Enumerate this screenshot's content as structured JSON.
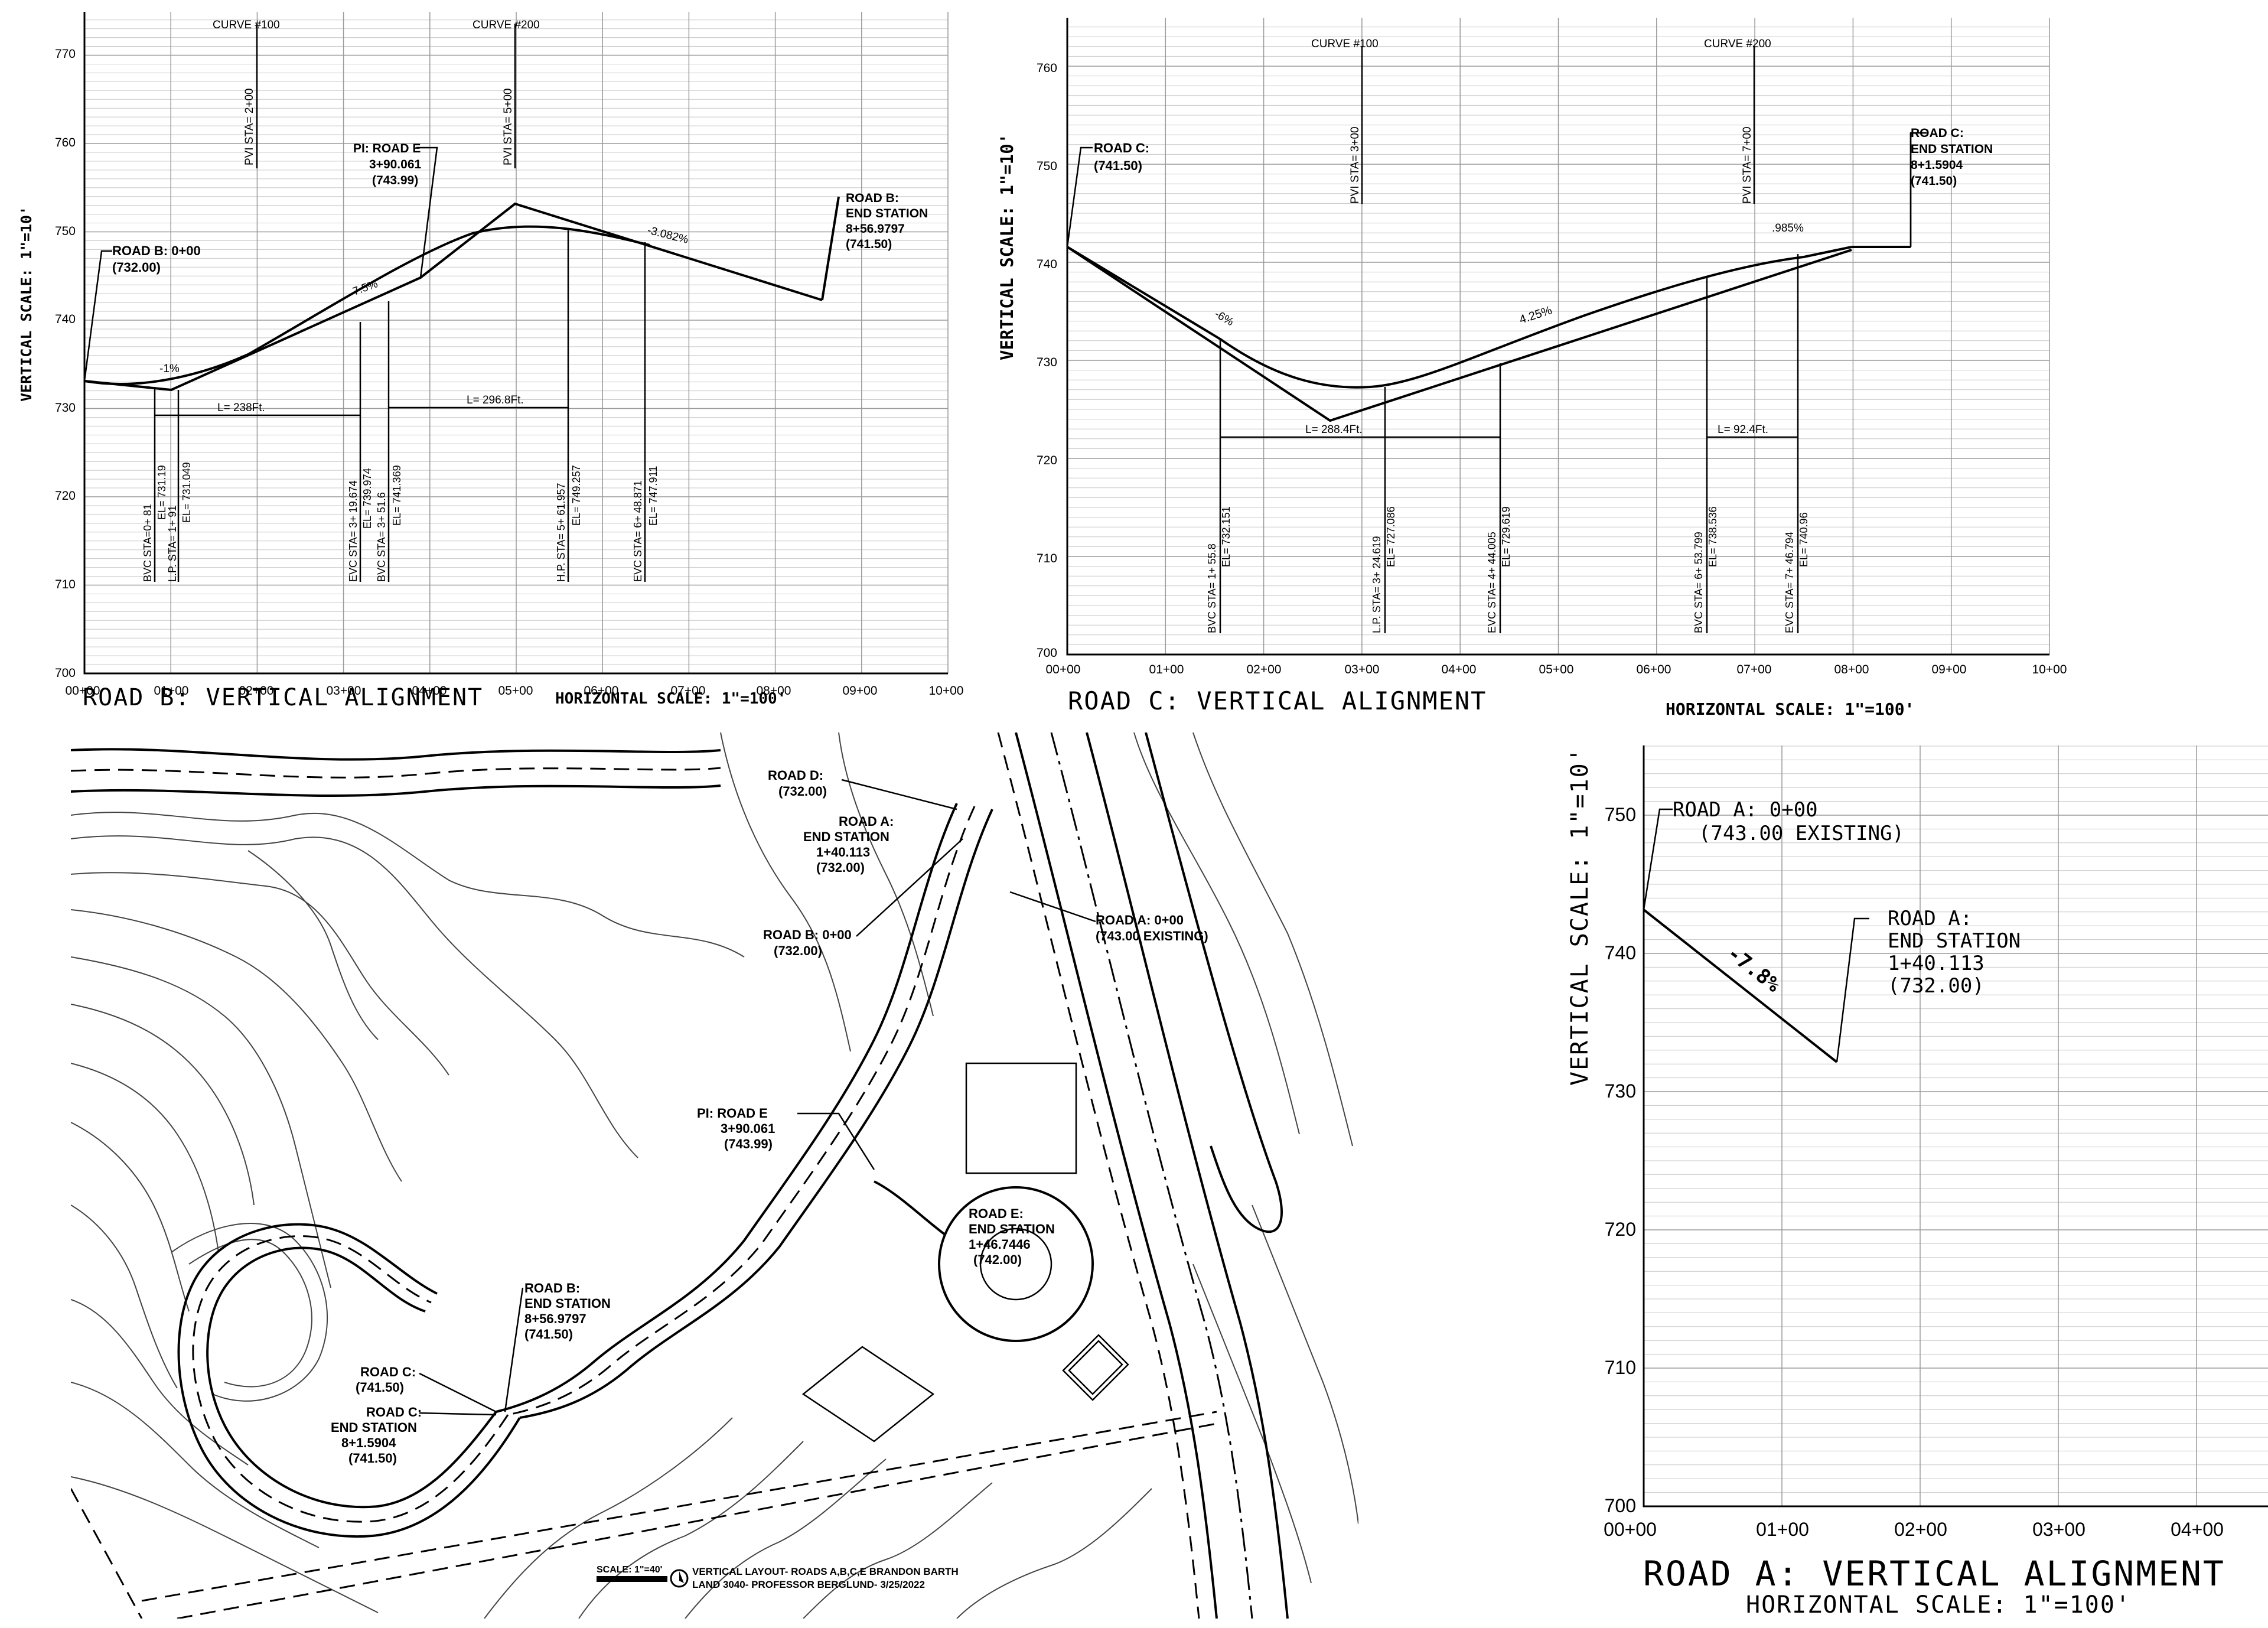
{
  "road_b": {
    "title": "ROAD B: VERTICAL ALIGNMENT",
    "hscale": "HORIZONTAL SCALE: 1\"=100'",
    "vscale": "VERTICAL SCALE: 1\"=10'",
    "y_ticks": [
      "770",
      "760",
      "750",
      "740",
      "730",
      "720",
      "710",
      "700"
    ],
    "x_ticks": [
      "00+00",
      "01+00",
      "02+00",
      "03+00",
      "04+00",
      "05+00",
      "06+00",
      "07+00",
      "08+00",
      "09+00",
      "10+00"
    ],
    "curve1": "CURVE #100",
    "curve2": "CURVE #200",
    "pvi1": "PVI STA= 2+00",
    "pvi2": "PVI STA= 5+00",
    "start_label": "ROAD B: 0+00",
    "start_elev": "(732.00)",
    "pi_label": "PI: ROAD E",
    "pi_sta": "3+90.061",
    "pi_elev": "(743.99)",
    "end_label": "ROAD B:",
    "end_station": "END STATION",
    "end_sta": "8+56.9797",
    "end_elev": "(741.50)",
    "grade1": "-1%",
    "grade2": "7.5%",
    "grade3": "-3.082%",
    "len1": "L= 238Ft.",
    "len2": "L= 296.8Ft.",
    "sta_labels": [
      "BVC STA=0+ 81",
      "EL= 731.19",
      "L.P. STA= 1+ 91",
      "EL= 731.049",
      "EVC STA= 3+ 19.674",
      "EL= 739.974",
      "BVC STA= 3+ 51.6",
      "EL= 741.369",
      "H.P. STA= 5+ 61.957",
      "EL= 749.257",
      "EVC STA= 6+ 48.871",
      "EL= 747.911"
    ]
  },
  "road_c": {
    "title": "ROAD C: VERTICAL ALIGNMENT",
    "hscale": "HORIZONTAL SCALE: 1\"=100'",
    "vscale": "VERTICAL SCALE: 1\"=10'",
    "y_ticks": [
      "760",
      "750",
      "740",
      "730",
      "720",
      "710",
      "700"
    ],
    "x_ticks": [
      "00+00",
      "01+00",
      "02+00",
      "03+00",
      "04+00",
      "05+00",
      "06+00",
      "07+00",
      "08+00",
      "09+00",
      "10+00"
    ],
    "curve1": "CURVE #100",
    "curve2": "CURVE #200",
    "pvi1": "PVI STA= 3+00",
    "pvi2": "PVI STA= 7+00",
    "start_label": "ROAD C:",
    "start_elev": "(741.50)",
    "end_label": "ROAD C:",
    "end_station": "END STATION",
    "end_sta": "8+1.5904",
    "end_elev": "(741.50)",
    "grade1": "-6%",
    "grade2": "4.25%",
    "grade3": ".985%",
    "len1": "L= 288.4Ft.",
    "len2": "L= 92.4Ft.",
    "sta_labels": [
      "BVC STA= 1+ 55.8",
      "EL= 732.151",
      "L.P. STA= 3+ 24.619",
      "EL= 727.086",
      "EVC STA= 4+ 44.005",
      "EL= 729.619",
      "BVC STA= 6+ 53.799",
      "EL= 738.536",
      "EVC STA= 7+ 46.794",
      "EL= 740.96"
    ]
  },
  "road_a": {
    "title": "ROAD A: VERTICAL ALIGNMENT",
    "hscale": "HORIZONTAL SCALE: 1\"=100'",
    "vscale": "VERTICAL SCALE: 1\"=10'",
    "y_ticks": [
      "750",
      "740",
      "730",
      "720",
      "710",
      "700"
    ],
    "x_ticks": [
      "00+00",
      "01+00",
      "02+00",
      "03+00",
      "04+00"
    ],
    "start_label": "ROAD A: 0+00",
    "start_elev": "(743.00 EXISTING)",
    "end_label": "ROAD A:",
    "end_station": "END STATION",
    "end_sta": "1+40.113",
    "end_elev": "(732.00)",
    "grade": "-7.8%"
  },
  "plan": {
    "road_d": "ROAD D:",
    "road_d_elev": "(732.00)",
    "road_a_end": "ROAD A:",
    "road_a_end_station": "END STATION",
    "road_a_end_sta": "1+40.113",
    "road_a_end_elev": "(732.00)",
    "road_b_start": "ROAD B: 0+00",
    "road_b_start_elev": "(732.00)",
    "road_a_start": "ROAD A: 0+00",
    "road_a_start_elev": "(743.00 EXISTING)",
    "pi_label": "PI: ROAD E",
    "pi_sta": "3+90.061",
    "pi_elev": "(743.99)",
    "road_e": "ROAD E:",
    "road_e_station": "END STATION",
    "road_e_sta": "1+46.7446",
    "road_e_elev": "(742.00)",
    "road_b_end": "ROAD B:",
    "road_b_end_station": "END STATION",
    "road_b_end_sta": "8+56.9797",
    "road_b_end_elev": "(741.50)",
    "road_c": "ROAD C:",
    "road_c_elev": "(741.50)",
    "road_c_end": "ROAD C:",
    "road_c_end_station": "END STATION",
    "road_c_end_sta": "8+1.5904",
    "road_c_end_elev": "(741.50)",
    "scale": "SCALE: 1\"=40'",
    "title_line1": "VERTICAL LAYOUT- ROADS A,B,C,E BRANDON BARTH",
    "title_line2": "LAND 3040- PROFESSOR BERGLUND- 3/25/2022"
  }
}
